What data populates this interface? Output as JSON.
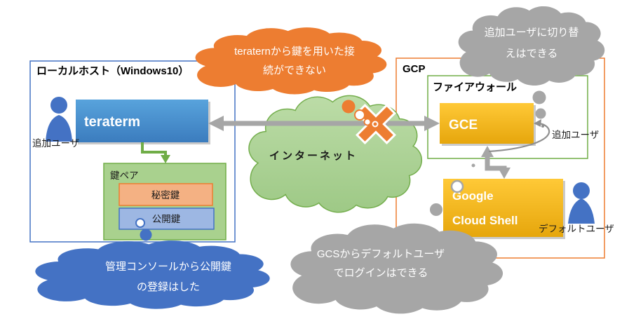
{
  "diagram_title_implicit": "",
  "containers": {
    "localhost": {
      "label": "ローカルホスト（Windows10）",
      "border_color": "#4472C4"
    },
    "gcp": {
      "label": "GCP",
      "border_color": "#ED7D31"
    },
    "firewall": {
      "label": "ファイアウォール",
      "border_color": "#70AD47"
    }
  },
  "nodes": {
    "teraterm": {
      "label": "teraterm",
      "fill": "#4A90CE"
    },
    "gce": {
      "label": "GCE",
      "fill": "#FFC000"
    },
    "gcs": {
      "label_line1": "Google",
      "label_line2": "Cloud Shell",
      "fill": "#FFC000"
    },
    "keypair": {
      "label": "鍵ペア",
      "fill": "#A9D18E"
    },
    "private_key": {
      "label": "秘密鍵",
      "fill": "#F4B183",
      "border": "#ED7D31"
    },
    "public_key": {
      "label": "公開鍵",
      "fill": "#9DB7E3",
      "border": "#4472C4"
    }
  },
  "actors": {
    "local_user": {
      "label": "追加ユーザ",
      "color": "#4472C4"
    },
    "gce_user": {
      "label": "追加ユーザ"
    },
    "default_user": {
      "label": "デフォルトユーザ",
      "color": "#4472C4"
    }
  },
  "callouts": {
    "cannot_connect": {
      "line1": "teraternから鍵を用いた接",
      "line2": "続ができない",
      "color": "#ED7D31"
    },
    "can_switch": {
      "line1": "追加ユーザに切り替",
      "line2": "えはできる",
      "color": "#A6A6A6"
    },
    "internet": {
      "label": "インターネット",
      "color": "#A9D18E"
    },
    "registered_key": {
      "line1": "管理コンソールから公開鍵",
      "line2": "の登録はした",
      "color": "#4472C4"
    },
    "can_login": {
      "line1": "GCSからデフォルトユーザ",
      "line2": "でログインはできる",
      "color": "#A6A6A6"
    }
  },
  "connectors": {
    "blocked_connection_color": "#A6A6A6",
    "block_mark_color": "#ED7D31",
    "keypair_link_color": "#70AD47"
  }
}
